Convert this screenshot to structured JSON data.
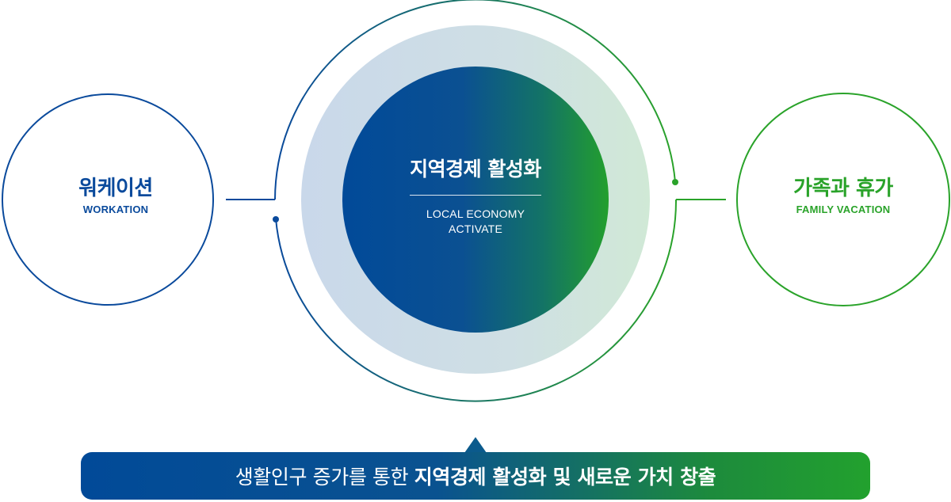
{
  "left_circle": {
    "title": "워케이션",
    "subtitle": "WORKATION",
    "color": "#0a4a9c"
  },
  "center_circle": {
    "title": "지역경제 활성화",
    "subtitle_line1": "LOCAL ECONOMY",
    "subtitle_line2": "ACTIVATE",
    "gradient_start": "#004a99",
    "gradient_end": "#229e2e",
    "halo_color": "#cfdde9"
  },
  "right_circle": {
    "title": "가족과 휴가",
    "subtitle": "FAMILY VACATION",
    "color": "#2aa32a"
  },
  "banner": {
    "text_normal": "생활인구 증가를 통한 ",
    "text_bold": "지역경제 활성화 및 새로운 가치 창출"
  }
}
